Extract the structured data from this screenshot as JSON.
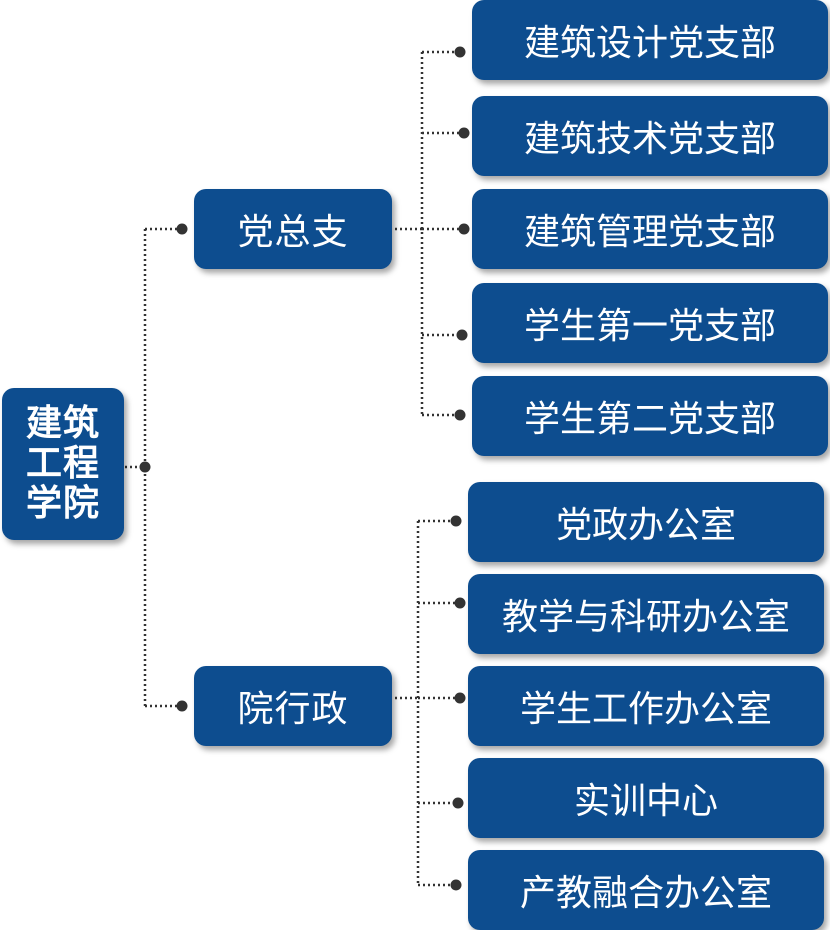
{
  "root": {
    "lines": [
      "建筑",
      "工程",
      "学院"
    ]
  },
  "branches": [
    {
      "label": "党总支",
      "children": [
        "建筑设计党支部",
        "建筑技术党支部",
        "建筑管理党支部",
        "学生第一党支部",
        "学生第二党支部"
      ]
    },
    {
      "label": "院行政",
      "children": [
        "党政办公室",
        "教学与科研办公室",
        "学生工作办公室",
        "实训中心",
        "产教融合办公室"
      ]
    }
  ],
  "colors": {
    "box": "#0d4d8f",
    "text": "#ffffff",
    "connector": "#333333"
  }
}
